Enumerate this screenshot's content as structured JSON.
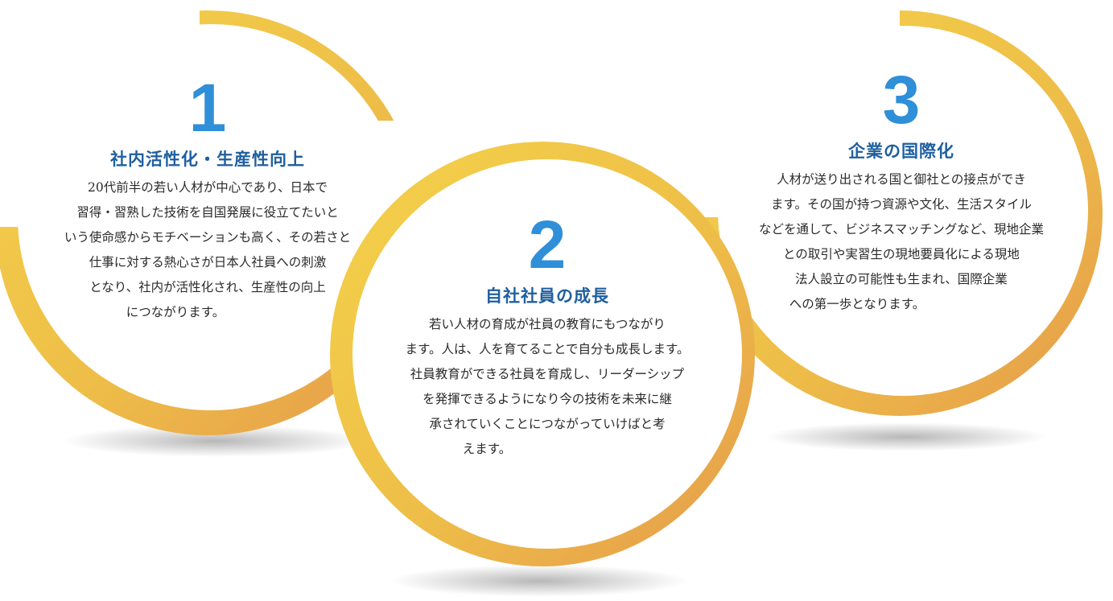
{
  "items": [
    {
      "number": "1",
      "title": "社内活性化・生産性向上",
      "lines": [
        "20代前半の若い人材が中心であり、日本で",
        "習得・習熟した技術を自国発展に役立てたいと",
        "いう使命感からモチベーションも高く、その若さと",
        "仕事に対する熱心さが日本人社員への刺激",
        "となり、社内が活性化され、生産性の向上",
        "につながります。"
      ]
    },
    {
      "number": "2",
      "title": "自社社員の成長",
      "lines": [
        "若い人材の育成が社員の教育にもつながり",
        "ます。人は、人を育てることで自分も成長します。",
        "社員教育ができる社員を育成し、リーダーシップ",
        "を発揮できるようになり今の技術を未来に継",
        "承されていくことにつながっていけばと考",
        "えます。"
      ]
    },
    {
      "number": "3",
      "title": "企業の国際化",
      "lines": [
        "人材が送り出される国と御社との接点ができ",
        "ます。その国が持つ資源や文化、生活スタイル",
        "などを通して、ビジネスマッチングなど、現地企業",
        "との取引や実習生の現地要員化による現地",
        "法人設立の可能性も生まれ、国際企業",
        "への第一歩となります。"
      ]
    }
  ],
  "colors": {
    "ring_start": "#f3cf45",
    "ring_end": "#e8a24c",
    "number": "#2f8fd8",
    "title": "#1f5f9f"
  }
}
